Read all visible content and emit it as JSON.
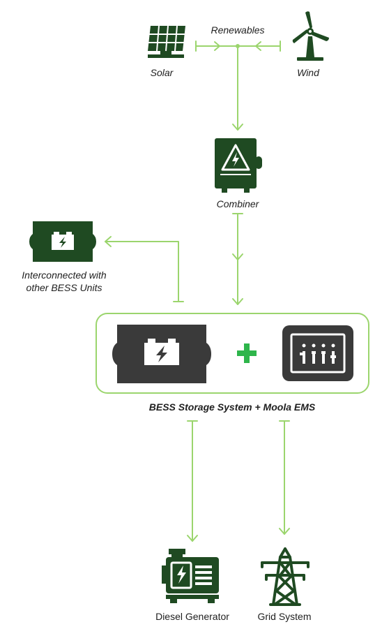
{
  "labels": {
    "renewables": "Renewables",
    "solar": "Solar",
    "wind": "Wind",
    "combiner": "Combiner",
    "interconnected_line1": "Interconnected with",
    "interconnected_line2": "other BESS Units",
    "bess_ems": "BESS Storage System + Moola EMS",
    "diesel_generator": "Diesel Generator",
    "grid_system": "Grid System"
  },
  "icons": {
    "solar": "solar-panel-icon",
    "wind": "wind-turbine-icon",
    "combiner": "combiner-box-icon",
    "bess_unit": "battery-icon",
    "ems": "control-panel-icon",
    "plus": "plus-icon",
    "generator": "diesel-generator-icon",
    "grid": "transmission-tower-icon"
  },
  "colors": {
    "dark_green": "#1f4a22",
    "charcoal": "#3a3a3a",
    "connector_green": "#9bd56d",
    "plus_green": "#2eb54b",
    "text": "#1e1e1e"
  }
}
